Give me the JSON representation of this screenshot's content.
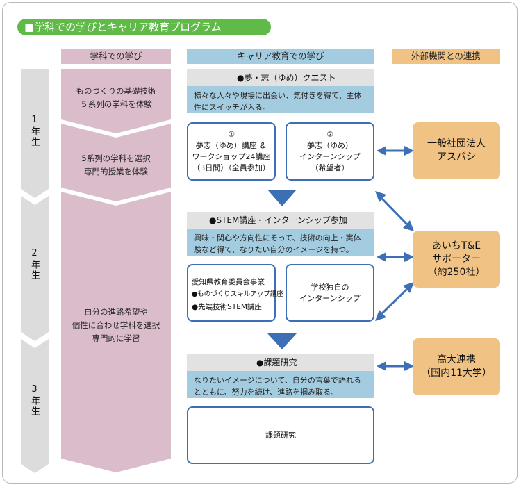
{
  "title": "■学科での学びとキャリア教育プログラム",
  "columns": {
    "dept": "学科での学び",
    "career": "キャリア教育での学び",
    "external": "外部機関との連携"
  },
  "years": [
    "1年生",
    "2年生",
    "3年生"
  ],
  "dept_learning": {
    "stage1": [
      "ものづくりの基礎技術",
      "５系列の学科を体験"
    ],
    "stage2": [
      "5系列の学科を選択",
      "専門的授業を体験"
    ],
    "stage3": [
      "自分の進路希望や",
      "個性に合わせ学科を選択",
      "専門的に学習"
    ]
  },
  "career": {
    "section1": {
      "title": "●夢・志（ゆめ）クエスト",
      "desc": "様々な人々や現場に出会い、気付きを得て、主体性にスイッチが入る。",
      "box1": [
        "①",
        "夢志（ゆめ）講座 ＆",
        "ワークショップ24講座",
        "（3日間）（全員参加）"
      ],
      "box2": [
        "②",
        "夢志（ゆめ）",
        "インターンシップ",
        "（希望者）"
      ]
    },
    "section2": {
      "title": "●STEM講座・インターンシップ参加",
      "desc": "興味・関心や方向性にそって、技術の向上・実体験など得て、なりたい自分のイメージを持つ。",
      "box1": [
        "愛知県教育委員会事業",
        "●ものづくりスキルアップ講座",
        "●先端技術STEM講座"
      ],
      "box2": [
        "学校独自の",
        "インターンシップ"
      ]
    },
    "section3": {
      "title": "●課題研究",
      "desc": "なりたいイメージについて、自分の言葉で語れるとともに、努力を続け、進路を掴み取る。",
      "box1": [
        "課題研究"
      ]
    }
  },
  "external": {
    "org1": [
      "一般社団法人",
      "アスバシ"
    ],
    "org2": [
      "あいちT&E",
      "サポーター",
      "（約250社）"
    ],
    "org3": [
      "高大連携",
      "（国内11大学）"
    ]
  },
  "colors": {
    "title_green": "#5fba47",
    "dept_pink": "#dbbccb",
    "career_blue": "#a3cce0",
    "box_border": "#3d6fb5",
    "org_orange": "#f0c284",
    "year_gray": "#dcdcdc"
  }
}
